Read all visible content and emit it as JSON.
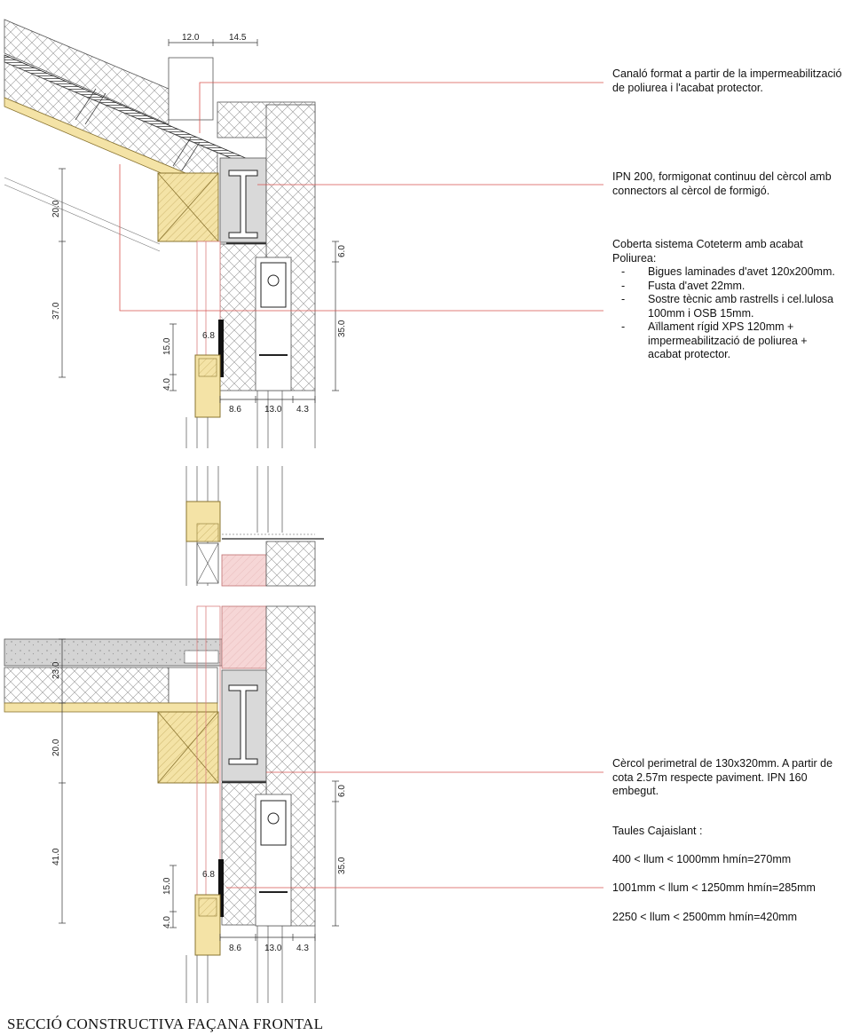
{
  "caption": "SECCIÓ CONSTRUCTIVA FAÇANA FRONTAL",
  "notes": {
    "canalo": "Canaló format a partir de la impermeabilització de poliurea i l'acabat protector.",
    "ipn200": "IPN 200, formigonat continuu del cèrcol amb connectors al cèrcol de formigó.",
    "coberta_title": "Coberta sistema Coteterm amb acabat Poliurea:",
    "coberta_items": [
      "Bigues laminades d'avet 120x200mm.",
      "Fusta d'avet 22mm.",
      "Sostre tècnic amb rastrells i cel.lulosa 100mm i OSB 15mm.",
      "Aïllament rígid XPS 120mm + impermeabilització de poliurea + acabat protector."
    ],
    "cercol": "Cèrcol perimetral de 130x320mm. A partir de cota 2.57m respecte paviment. IPN 160 embegut.",
    "taules_title": "Taules Cajaislant :",
    "taules_rows": [
      "400 < llum < 1000mm  hmín=270mm",
      "1001mm < llum < 1250mm hmín=285mm",
      "2250 < llum < 2500mm  hmín=420mm"
    ]
  },
  "dimensions": {
    "top_a": "12.0",
    "top_b": "14.5",
    "roof_beam": "20.0",
    "roof_span": "37.0",
    "window_a": "15.0",
    "window_b": "6.8",
    "window_c": "4.0",
    "bottom_a": "8.6",
    "bottom_b": "13.0",
    "bottom_c": "4.3",
    "right_a": "6.0",
    "right_b": "35.0",
    "slab": "23.0",
    "floor_beam": "20.0",
    "floor_span": "41.0",
    "window2_a": "15.0",
    "window2_b": "6.8",
    "window2_c": "4.0",
    "bottom2_a": "8.6",
    "bottom2_b": "13.0",
    "bottom2_c": "4.3",
    "right2_a": "6.0",
    "right2_b": "35.0"
  }
}
